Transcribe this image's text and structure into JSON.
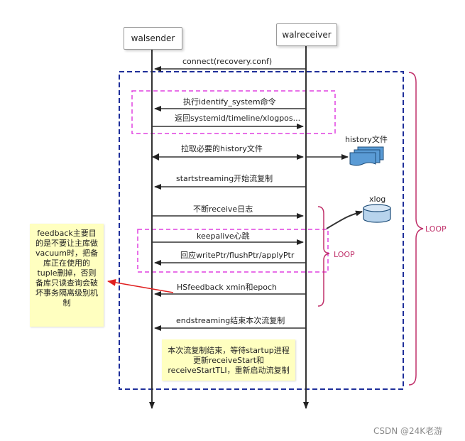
{
  "participants": {
    "sender": "walsender",
    "receiver": "walreceiver"
  },
  "messages": {
    "connect": "connect(recovery.conf)",
    "identify": "执行identify_system命令",
    "return_sysid": "返回systemid/timeline/xlogpos...",
    "fetch_history": "拉取必要的history文件",
    "startstreaming": "startstreaming开始流复制",
    "receive_log": "不断receive日志",
    "keepalive": "keepalive心跳",
    "reply_ptr": "回应writePtr/flushPtr/applyPtr",
    "hsfeedback": "HSfeedback xmin和epoch",
    "endstreaming": "endstreaming结束本次流复制"
  },
  "labels": {
    "history_file": "history文件",
    "xlog": "xlog",
    "loop_inner": "LOOP",
    "loop_outer": "LOOP"
  },
  "notes": {
    "feedback": [
      "feedback主要目",
      "的是不要让主库做",
      "vacuum时，把备",
      "库正在使用的",
      "tuple删掉，否则",
      "备库只读查询会破",
      "坏事务隔离级别机",
      "制"
    ],
    "restart": [
      "本次流复制结束，等待startup进程",
      "更新receiveStart和",
      "receiveStartTLI，重新启动流复制"
    ]
  },
  "watermark": "CSDN @24K老游",
  "colors": {
    "outer_loop": "#1f2f9a",
    "inner_box": "#e040e0",
    "loop_brace": "#c0306a",
    "note_bg": "#ffffc0",
    "hs_arrow": "#e02020"
  }
}
